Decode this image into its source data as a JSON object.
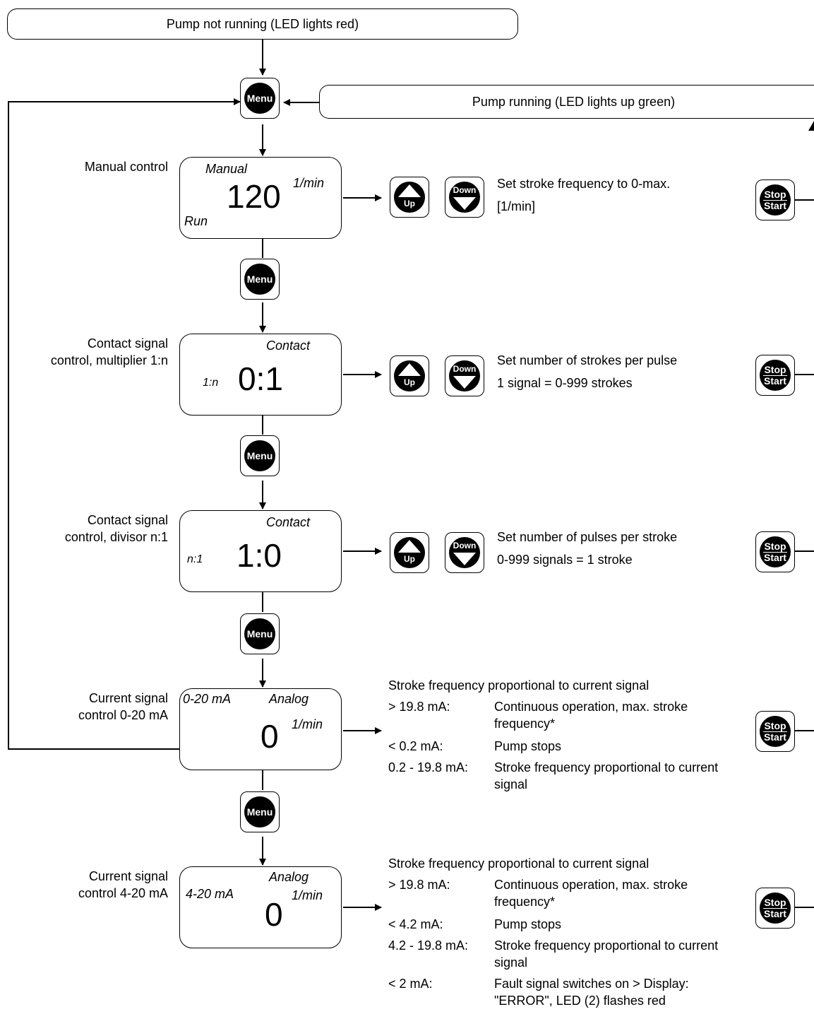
{
  "banners": {
    "not_running": "Pump not running (LED lights red)",
    "running": "Pump running (LED lights up green)"
  },
  "buttons": {
    "menu": "Menu",
    "up": "Up",
    "down": "Down",
    "stop": "Stop",
    "start": "Start"
  },
  "modes": [
    {
      "label_lines": [
        "Manual control"
      ],
      "display": {
        "top_label": "Manual",
        "left_label": "Run",
        "value": "120",
        "unit": "1/min"
      },
      "description": [
        "Set stroke frequency to 0-max.",
        "[1/min]"
      ]
    },
    {
      "label_lines": [
        "Contact signal",
        "control, multiplier 1:n"
      ],
      "display": {
        "top_label": "Contact",
        "left_label": "1:n",
        "value": "0:1",
        "unit": ""
      },
      "description": [
        "Set number of strokes per pulse",
        "1 signal = 0-999 strokes"
      ]
    },
    {
      "label_lines": [
        "Contact signal",
        "control, divisor n:1"
      ],
      "display": {
        "top_label": "Contact",
        "left_label": "n:1",
        "value": "1:0",
        "unit": ""
      },
      "description": [
        "Set number of pulses per stroke",
        "0-999 signals = 1 stroke"
      ]
    },
    {
      "label_lines": [
        "Current signal",
        "control 0-20 mA"
      ],
      "display": {
        "top_label": "Analog",
        "left_label": "0-20 mA",
        "value": "0",
        "unit": "1/min"
      },
      "conditions_title": "Stroke frequency proportional to current signal",
      "conditions": [
        {
          "key": "> 19.8 mA:",
          "value": "Continuous operation, max. stroke frequency*"
        },
        {
          "key": "< 0.2 mA:",
          "value": "Pump stops"
        },
        {
          "key": "0.2 - 19.8 mA:",
          "value": "Stroke frequency proportional to current signal"
        }
      ]
    },
    {
      "label_lines": [
        "Current signal",
        "control 4-20 mA"
      ],
      "display": {
        "top_label": "Analog",
        "left_label": "4-20 mA",
        "value": "0",
        "unit": "1/min"
      },
      "conditions_title": "Stroke frequency proportional to current signal",
      "conditions": [
        {
          "key": "> 19.8 mA:",
          "value": "Continuous operation, max. stroke frequency*"
        },
        {
          "key": "< 4.2 mA:",
          "value": "Pump stops"
        },
        {
          "key": "4.2 - 19.8 mA:",
          "value": "Stroke frequency proportional to current signal"
        },
        {
          "key": "< 2 mA:",
          "value": "Fault signal switches on > Display: \"ERROR\", LED (2) flashes red"
        }
      ]
    }
  ]
}
